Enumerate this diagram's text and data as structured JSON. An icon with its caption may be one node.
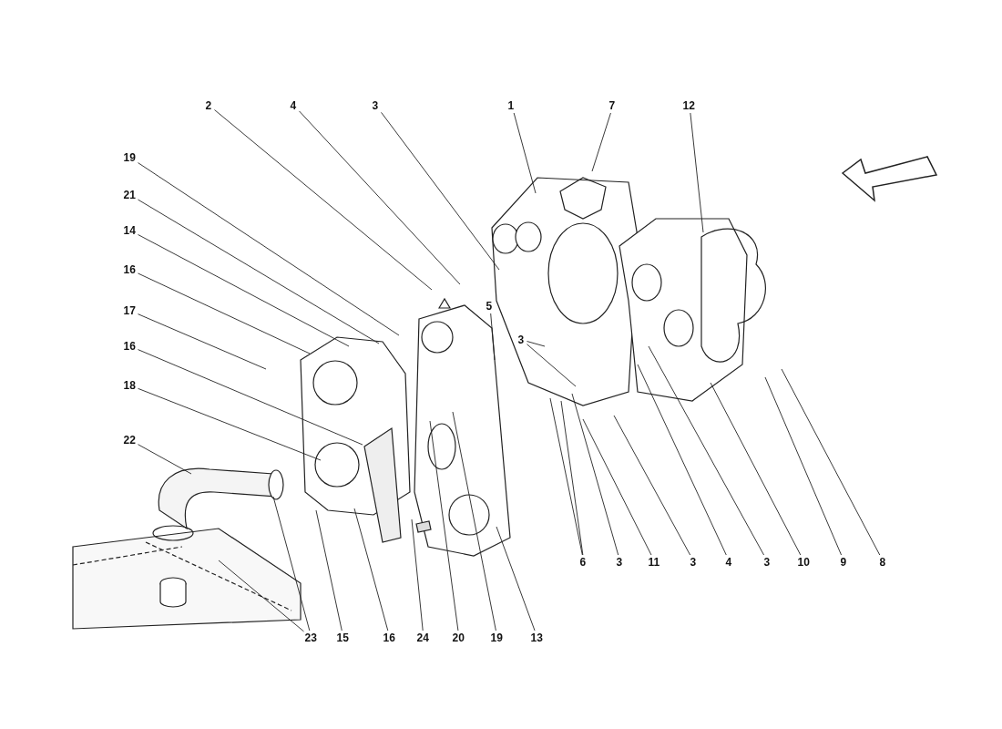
{
  "diagram": {
    "nodes": [
      {
        "text": [
          "2"
        ]
      },
      {
        "text": [
          "4"
        ]
      },
      {
        "text": [
          "3"
        ]
      },
      {
        "text": [
          "1"
        ]
      },
      {
        "text": [
          "7"
        ]
      },
      {
        "text": [
          "12"
        ]
      },
      {
        "text": [
          "19"
        ]
      },
      {
        "text": [
          "21"
        ]
      },
      {
        "text": [
          "14"
        ]
      },
      {
        "text": [
          "16"
        ]
      },
      {
        "text": [
          "17"
        ]
      },
      {
        "text": [
          "16"
        ]
      },
      {
        "text": [
          "18"
        ]
      },
      {
        "text": [
          "22"
        ]
      },
      {
        "text": [
          "5"
        ]
      },
      {
        "text": [
          "3"
        ]
      },
      {
        "text": [
          "23"
        ]
      },
      {
        "text": [
          "15"
        ]
      },
      {
        "text": [
          "16"
        ]
      },
      {
        "text": [
          "24"
        ]
      },
      {
        "text": [
          "20"
        ]
      },
      {
        "text": [
          "19"
        ]
      },
      {
        "text": [
          "13"
        ]
      },
      {
        "text": [
          "6"
        ]
      },
      {
        "text": [
          "3"
        ]
      },
      {
        "text": [
          "11"
        ]
      },
      {
        "text": [
          "3"
        ]
      },
      {
        "text": [
          "4"
        ]
      },
      {
        "text": [
          "3"
        ]
      },
      {
        "text": [
          "10"
        ]
      },
      {
        "text": [
          "9"
        ]
      },
      {
        "text": [
          "8"
        ]
      }
    ],
    "edges": [
      {
        "from": 0,
        "to": null,
        "arrow": "none"
      },
      {
        "from": 1,
        "to": null,
        "arrow": "none"
      },
      {
        "from": 2,
        "to": null,
        "arrow": "none"
      },
      {
        "from": 3,
        "to": null,
        "arrow": "none"
      },
      {
        "from": 4,
        "to": null,
        "arrow": "none"
      },
      {
        "from": 5,
        "to": null,
        "arrow": "none"
      },
      {
        "from": 6,
        "to": null,
        "arrow": "none"
      },
      {
        "from": 7,
        "to": null,
        "arrow": "none"
      },
      {
        "from": 8,
        "to": null,
        "arrow": "none"
      },
      {
        "from": 9,
        "to": null,
        "arrow": "none"
      },
      {
        "from": 10,
        "to": null,
        "arrow": "none"
      },
      {
        "from": 11,
        "to": null,
        "arrow": "none"
      },
      {
        "from": 12,
        "to": null,
        "arrow": "none"
      },
      {
        "from": 13,
        "to": null,
        "arrow": "none"
      },
      {
        "from": 14,
        "to": null,
        "arrow": "none"
      },
      {
        "from": 15,
        "to": null,
        "arrow": "none"
      },
      {
        "from": 15,
        "to": null,
        "arrow": "none"
      },
      {
        "from": 16,
        "to": null,
        "arrow": "none"
      },
      {
        "from": 16,
        "to": null,
        "arrow": "none"
      },
      {
        "from": 17,
        "to": null,
        "arrow": "none"
      },
      {
        "from": 18,
        "to": null,
        "arrow": "none"
      },
      {
        "from": 19,
        "to": null,
        "arrow": "none"
      },
      {
        "from": 20,
        "to": null,
        "arrow": "none"
      },
      {
        "from": 21,
        "to": null,
        "arrow": "none"
      },
      {
        "from": 22,
        "to": null,
        "arrow": "none"
      },
      {
        "from": 23,
        "to": null,
        "arrow": "none"
      },
      {
        "from": 23,
        "to": null,
        "arrow": "none"
      },
      {
        "from": 24,
        "to": null,
        "arrow": "none"
      },
      {
        "from": 25,
        "to": null,
        "arrow": "none"
      },
      {
        "from": 26,
        "to": null,
        "arrow": "none"
      },
      {
        "from": 27,
        "to": null,
        "arrow": "none"
      },
      {
        "from": 28,
        "to": null,
        "arrow": "none"
      },
      {
        "from": 29,
        "to": null,
        "arrow": "none"
      },
      {
        "from": 30,
        "to": null,
        "arrow": "none"
      },
      {
        "from": 31,
        "to": null,
        "arrow": "none"
      }
    ]
  }
}
